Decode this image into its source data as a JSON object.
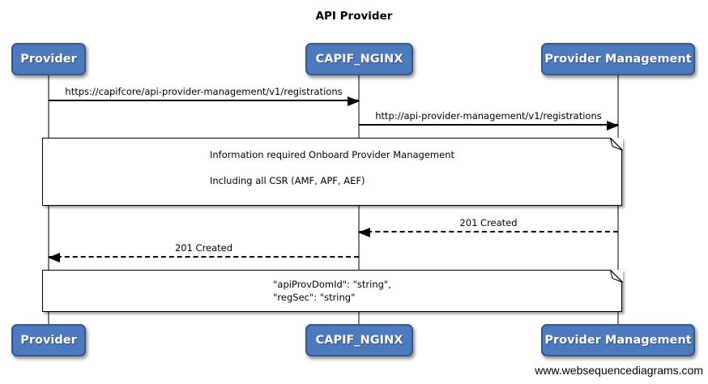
{
  "title": "API Provider",
  "watermark": "www.websequencediagrams.com",
  "actors": [
    {
      "id": "provider",
      "label": "Provider"
    },
    {
      "id": "capif-nginx",
      "label": "CAPIF_NGINX"
    },
    {
      "id": "provider-management",
      "label": "Provider Management"
    }
  ],
  "messages": [
    {
      "from": "Provider",
      "to": "CAPIF_NGINX",
      "label": "https://capifcore/api-provider-management/v1/registrations",
      "line": "solid",
      "direction": "right"
    },
    {
      "from": "CAPIF_NGINX",
      "to": "Provider Management",
      "label": "http://api-provider-management/v1/registrations",
      "line": "solid",
      "direction": "right"
    },
    {
      "from": "Provider Management",
      "to": "CAPIF_NGINX",
      "label": "201 Created",
      "line": "dashed",
      "direction": "left"
    },
    {
      "from": "CAPIF_NGINX",
      "to": "Provider",
      "label": "201 Created",
      "line": "dashed",
      "direction": "left"
    }
  ],
  "notes": [
    {
      "lines": [
        "Information required Onboard Provider Management",
        "",
        "Including all CSR (AMF, APF, AEF)"
      ]
    },
    {
      "lines": [
        "\"apiProvDomId\": \"string\",",
        "\"regSec\": \"string\""
      ]
    }
  ],
  "colors": {
    "actor_fill": "#4d79bd",
    "actor_border": "#35568e",
    "actor_text": "#ffffff",
    "lifeline": "#7d7d7d",
    "message_line": "#000000",
    "note_fill": "#ffffff",
    "note_border": "#000000",
    "text": "#000000",
    "background": "#ffffff"
  }
}
